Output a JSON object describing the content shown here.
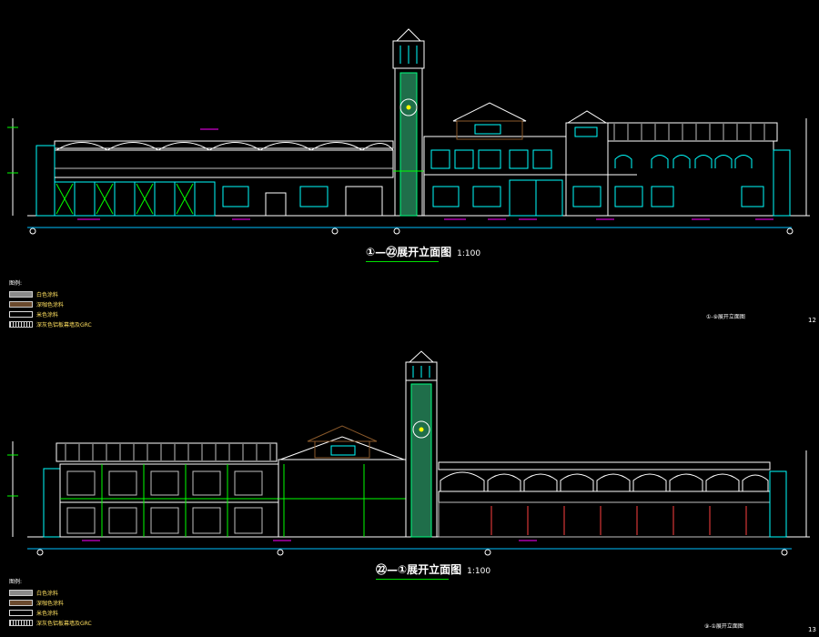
{
  "elevation_top": {
    "title": "①—㉒展开立面图",
    "scale": "1:100"
  },
  "elevation_bottom": {
    "title": "㉒—①展开立面图",
    "scale": "1:100"
  },
  "legend_top": {
    "heading": "图例:",
    "items": [
      {
        "swatch": "gray",
        "label": "白色涂料"
      },
      {
        "swatch": "brown",
        "label": "深咖色涂料"
      },
      {
        "swatch": "white",
        "label": "米色涂料"
      },
      {
        "swatch": "hatch",
        "label": "深灰色铝板幕墙及GRC"
      }
    ]
  },
  "legend_bottom": {
    "heading": "图例:",
    "items": [
      {
        "swatch": "gray",
        "label": "白色涂料"
      },
      {
        "swatch": "brown",
        "label": "深咖色涂料"
      },
      {
        "swatch": "white",
        "label": "米色涂料"
      },
      {
        "swatch": "hatch",
        "label": "深灰色铝板幕墙及GRC"
      }
    ]
  },
  "side_notes": {
    "top_note": "①-⑨展开立面图",
    "bottom_note": "⑨-①展开立面图",
    "sheet_top": "12",
    "sheet_bottom": "13"
  }
}
